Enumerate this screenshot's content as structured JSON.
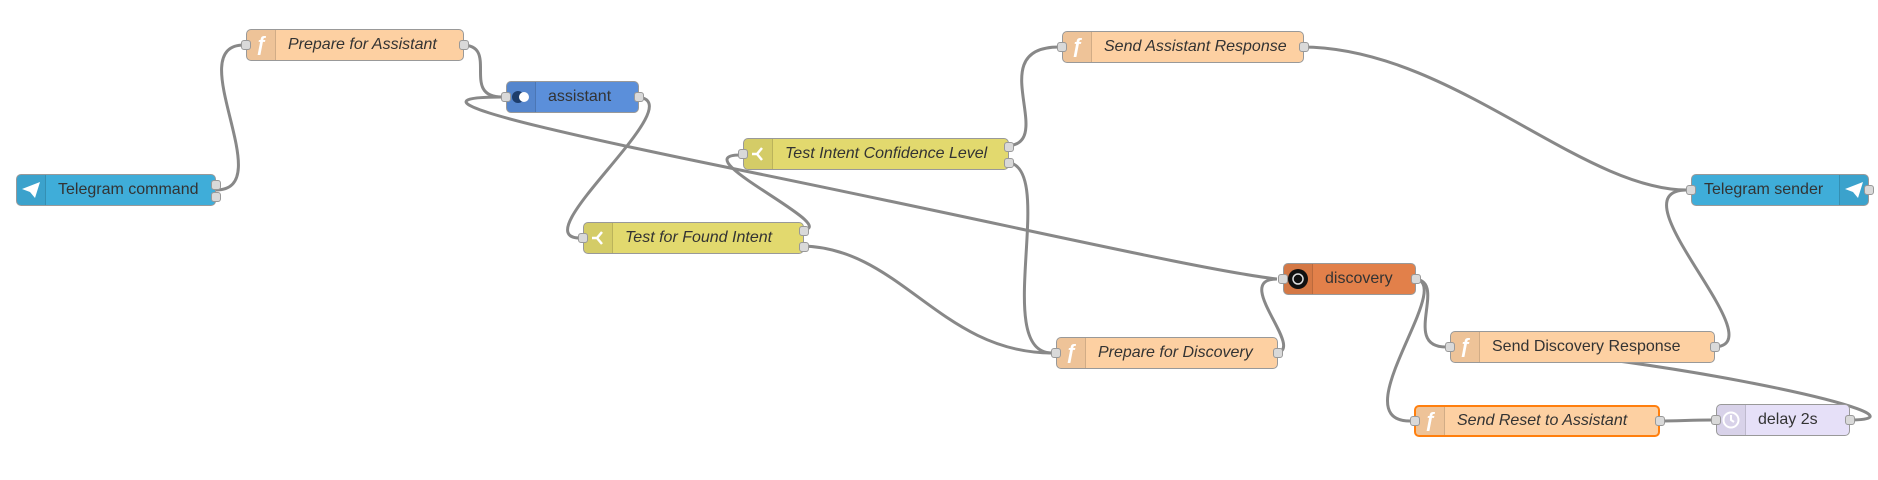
{
  "colors": {
    "function": "#fdd0a2",
    "telegram": "#3fadd9",
    "assistant": "#5b8fda",
    "switch": "#e2d96e",
    "discovery": "#e2804a",
    "delay": "#e6e0f8",
    "wire": "#888888",
    "selected_border": "#ff7f0e"
  },
  "nodes": {
    "telegram_command": {
      "label": "Telegram command",
      "icon": "telegram-plane-icon"
    },
    "prepare_assistant": {
      "label": "Prepare for Assistant",
      "icon": "function-icon"
    },
    "assistant": {
      "label": "assistant",
      "icon": "assistant-icon"
    },
    "test_found_intent": {
      "label": "Test for Found Intent",
      "icon": "switch-icon"
    },
    "test_confidence": {
      "label": "Test Intent Confidence Level",
      "icon": "switch-icon"
    },
    "send_assistant_response": {
      "label": "Send Assistant Response",
      "icon": "function-icon"
    },
    "telegram_sender": {
      "label": "Telegram sender",
      "icon": "telegram-plane-icon"
    },
    "discovery": {
      "label": "discovery",
      "icon": "discovery-icon"
    },
    "prepare_discovery": {
      "label": "Prepare for Discovery",
      "icon": "function-icon"
    },
    "send_discovery_response": {
      "label": "Send Discovery Response",
      "icon": "function-icon"
    },
    "send_reset_assistant": {
      "label": "Send Reset to Assistant",
      "icon": "function-icon"
    },
    "delay": {
      "label": "delay 2s",
      "icon": "timer-icon"
    }
  }
}
